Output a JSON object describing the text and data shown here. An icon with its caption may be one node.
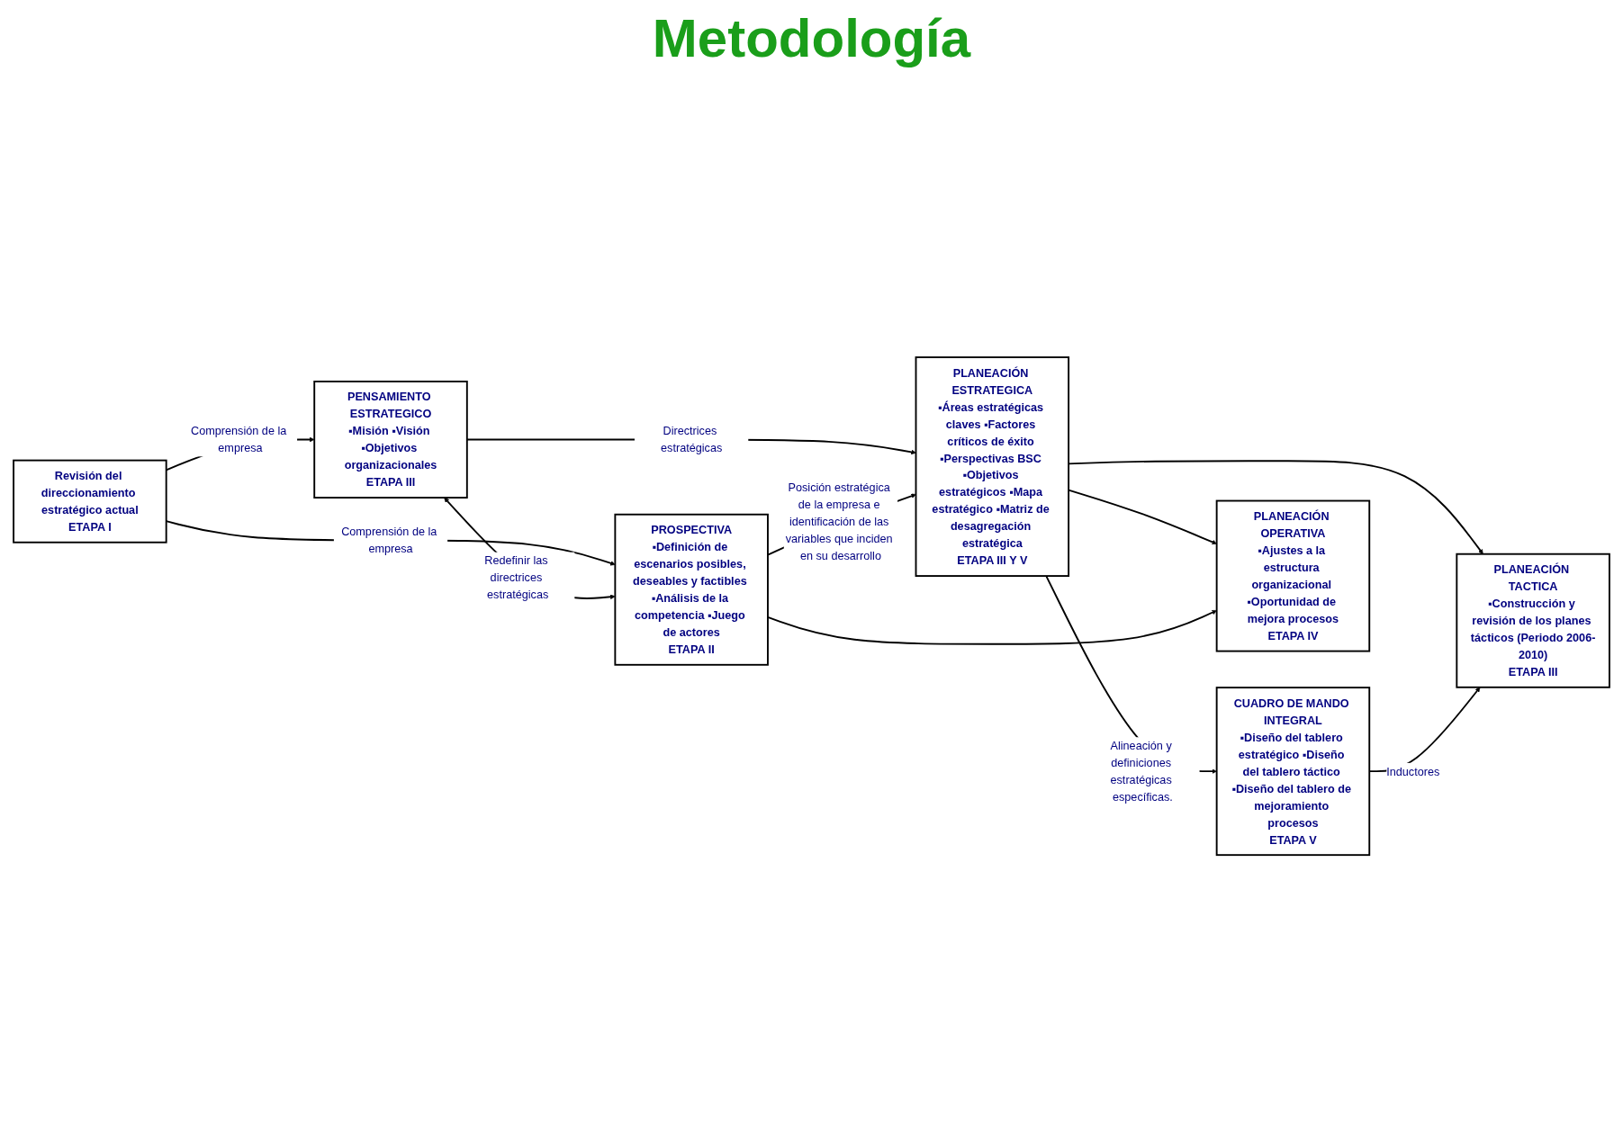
{
  "diagram": {
    "title": "Metodología",
    "nodes": [
      {
        "text": [
          "Revisión del direccionamiento estratégico actual",
          "ETAPA I"
        ]
      },
      {
        "text": [
          "PENSAMIENTO ESTRATEGICO",
          "▪Misión ▪Visión ▪Objetivos organizacionales",
          "ETAPA III"
        ]
      },
      {
        "text": [
          "PROSPECTIVA",
          "▪Definición de escenarios posibles, deseables y factibles ▪Análisis de la competencia ▪Juego de actores",
          "ETAPA II"
        ]
      },
      {
        "text": [
          "PLANEACIÓN ESTRATEGICA",
          "▪Áreas estratégicas claves ▪Factores críticos de éxito ▪Perspectivas BSC ▪Objetivos estratégicos ▪Mapa estratégico ▪Matriz de desagregación estratégica",
          "ETAPA III Y V"
        ]
      },
      {
        "text": [
          "PLANEACIÓN TACTICA",
          "▪Construcción y revisión de los planes tácticos (Periodo 2006-2010)",
          "ETAPA III"
        ]
      },
      {
        "text": [
          "CUADRO DE MANDO INTEGRAL",
          "▪Diseño del tablero estratégico ▪Diseño del tablero táctico ▪Diseño del tablero de mejoramiento procesos",
          "ETAPA V"
        ]
      },
      {
        "text": [
          "PLANEACIÓN OPERATIVA",
          "▪Ajustes a la estructura organizacional ▪Oportunidad de mejora procesos",
          "ETAPA IV"
        ]
      }
    ],
    "edges": [
      {
        "from": 0,
        "to": 1,
        "arrow": "to",
        "label": "Comprensión de la empresa"
      },
      {
        "from": 0,
        "to": 2,
        "arrow": "to",
        "label": "Comprensión de la empresa"
      },
      {
        "from": 1,
        "to": 2,
        "arrow": "both",
        "label": "Redefinir las directrices estratégicas"
      },
      {
        "from": 1,
        "to": 3,
        "arrow": "to",
        "label": "Directrices estratégicas"
      },
      {
        "from": 2,
        "to": 3,
        "arrow": "to",
        "label": "Posición estratégica de la empresa e identificación de las variables que inciden en su desarrollo"
      },
      {
        "from": 3,
        "to": 4,
        "arrow": "to"
      },
      {
        "from": 3,
        "to": 5,
        "arrow": "to",
        "label": "Alineación y definiciones estratégicas específicas."
      },
      {
        "from": 3,
        "to": 6,
        "arrow": "to"
      },
      {
        "from": 5,
        "to": 4,
        "arrow": "to",
        "label": "Inductores"
      },
      {
        "from": 2,
        "to": 6,
        "arrow": "to"
      }
    ]
  }
}
